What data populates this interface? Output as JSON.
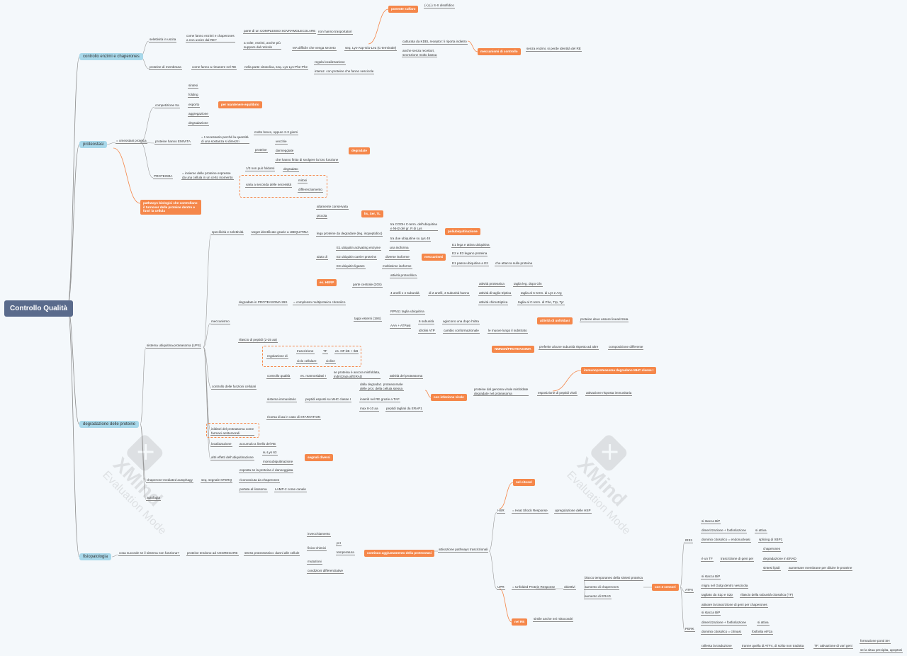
{
  "root": "Controllo Qualità",
  "watermark": {
    "brand": "XMind",
    "mode": "Evaluation Mode"
  },
  "colors": {
    "accent": "#f5874a",
    "main": "#a8d8ea",
    "root": "#5a6b8c",
    "bg": "#f4f8fb"
  },
  "main": [
    "controllo enzimi e chaperones",
    "proteostasi",
    "degradazione delle proteine",
    "fisiopatologia"
  ],
  "tags": [
    "ponente sulfaro",
    "meccanismi di controllo",
    "per mantenere equilibrio",
    "degradate",
    "pathways biologici che controllano il turnover delle proteine dentro e fuori la cellula",
    "lis, Ser, TL",
    "poliubiquitinazione",
    "meccanismi",
    "es. HERP",
    "attività di unfoldasi",
    "NMNGN/PROTEASOMA",
    "immunoproteasoma degradano MHC classe I",
    "con infezione virale",
    "segnali diversi",
    "continuo aggiustamento della proteostasi",
    "nel citosol",
    "con 3 sensori",
    "nel RE"
  ],
  "n": [
    "(+) (-) S-S disolfidico",
    "selettività in uscita",
    "come fanno enzimi e chaperones\na non uscire dal RE?",
    "parte di un COMPLESSO SOVRAMOLECOLARE",
    "non hanno trasportatori",
    "a volte, enzimi, anche più\nsuppore dal reticolo",
    "MA difficile che venga secreto",
    "seq. Lys-Asp-Glu-Leu (C-terminale)",
    "catturata da KDEL receptor: li riporta indietro",
    "anche senza recettori,\nsecrezione molto bassa",
    "senza enzimi, si perde identità del RE",
    "proteine di membrana",
    "come fanno a rimanere nel RE",
    "nella parte citosolica, seq. Lys-Lys-Phe-Phe",
    "regola localizzazione",
    "interaz. con proteine che fanno vescicole",
    "sintesi",
    "folding",
    "esporto",
    "aggregazione",
    "degradazione",
    "competizione tra",
    "= omeostasi proteica",
    "proteine hanno EMIVITA",
    "= t necessario perché la quantità\ndi una sostanza si dimezzi",
    "molto breve, oppure 2-3 giorni",
    "proteine",
    "vecchie",
    "danneggiate",
    "che hanno finito di svolgere la loro funzione",
    "PROTEOMA",
    "= insieme delle proteine espresse\nda una cellula in un certo momento",
    "1/3 non può foldarsi",
    "degradato",
    "varia a seconda delle necessità",
    "mitosi",
    "differenziamento",
    "specificità e selettività",
    "target identificato grazie a UBIQUITINA",
    "altamente conservata",
    "piccola",
    "lega proteine da degradare (leg. isopeptidico)",
    "tra COOH C-term. dell'ubiquitina\ne NH2 del gr. R di Lys",
    "tra due ubiquitine su Lys 48",
    "aiuto di",
    "E1 ubiquitin activating enzyme",
    "una isoforma",
    "E2 ubiquitin carrier proteins",
    "diverse isoforme",
    "E3 ubiquitin ligases",
    "moltissime isoforme",
    "E1 lega e attiva ubiquitina",
    "E2 e E3 legano proteina",
    "E1 passa ubiquitina a E2",
    "che attacca sulla proteina",
    "degradate in PROTEASOMA 26S",
    "= complesso multiproteico citosolico",
    "parte centrale (20S)",
    "attività proteolitica",
    "4 anelli x 4 subunità",
    "di 2 anelli, 3 subunità hanno",
    "attività proteasica",
    "taglia leg. dopo Gln",
    "attività di taglio triptica",
    "taglia al C-term. di Lys e Arg",
    "attività chimotriptica",
    "taglia al C-term. di Phe, Trp, Tyr",
    "meccanismo",
    "tappi esterni (19S)",
    "RPN11 taglia ubiquitina",
    "AAA + ATPasi",
    "6 subunità",
    "agiscono una dopo l'altra",
    "idrolisi ATP",
    "cambio conformazionale",
    "le muove lungo il substrato",
    "proteine deve essere linearizzata",
    "rilascio di peptidi (2-25 aa)",
    "sistema ubiquitina-proteasoma (UPS)",
    "regolazione di",
    "trascrizione",
    "TF",
    "es. NF-kB + IkB",
    "ciclo cellulare",
    "cicline",
    "controllo qualità",
    "es. mannosidasi I",
    "se proteina è ancora misfoldata,\nindirizzata all'ERAD",
    "attività del proteasoma",
    "controllo delle funzioni cellulari",
    "sistema immunitario",
    "peptidi esposti su MHC classe I",
    "dalla degradaz. proteasomale\ndelle prot. della cellula stessa",
    "inseriti nel RE grazie a TAP",
    "max 8-10 aa",
    "peptidi tagliati da ERAP1",
    "ricorsa di aa in caso di STARVATION",
    "preferite alcune subunità rispetto ad altre",
    "composizione differente",
    "proteine dal genoma virale misfoldate\ndegradate nel proteasoma",
    "esposizione di peptidi virali",
    "attivazione risposta immunitaria",
    "inibitori del proteasoma come\nfarmaci antitumorali",
    "localizzazione",
    "accumulo a livello del RE",
    "altri effetti dell'ubiquitinazione",
    "su Lys 63",
    "monoubiquitinazione",
    "chaperone-mediated autophagy",
    "seq. segnale KFERQ",
    "esposta se la proteina è danneggiata",
    "riconosciuta da chaperones",
    "portata al lisosoma",
    "LAMP-2 come canale",
    "autofagia",
    "cosa succede se il sistema non funziona?",
    "proteine tendono ad AGGREGARE",
    "stress proteotossico: danni alle cellule",
    "invecchiamento",
    "fisico-chimici",
    "pH",
    "temperatura",
    "mutazioni",
    "condizioni differenziative",
    "attivazione pathways trascrizionali",
    "HSR",
    "= Heat Shock Response",
    "upregolazione delle HSP",
    "UPR",
    "= Unfolded Protein Response",
    "obiettivi",
    "blocco temporaneo della sintesi proteica",
    "aumento di chaperones",
    "aumento di ERAD",
    "simile anche nei mitocondri",
    "IRE1",
    "si stacca BiP",
    "dimerizzazione + fosforilazione",
    "si attiva",
    "dominio citosolico = endonucleasi",
    "splicing di XBP1",
    "è un TF",
    "trascrizione di geni per",
    "chaperones",
    "degradazione in ERAD",
    "sintesi lipidi",
    "aumentare membrane per diluire le proteine",
    "ATF6",
    "si stacca BiP",
    "migra nel Golgi dentro vescicola",
    "tagliato da S1p e S2p",
    "rilascio della subunità citosolica (TF)",
    "attivare la trascrizione di geni per chaperones",
    "PERK",
    "si stacca BiP",
    "dimerizzazione + fosforilazione",
    "si attiva",
    "dominio citosolico = chinasi",
    "fosforila eIF2a",
    "rallenta la traduzione",
    "tranne quella di ATF4, di solito non tradotta",
    "TF: attivazione di vari geni",
    "formazione ponti SH",
    "se la situa precipita, apoptosi"
  ]
}
